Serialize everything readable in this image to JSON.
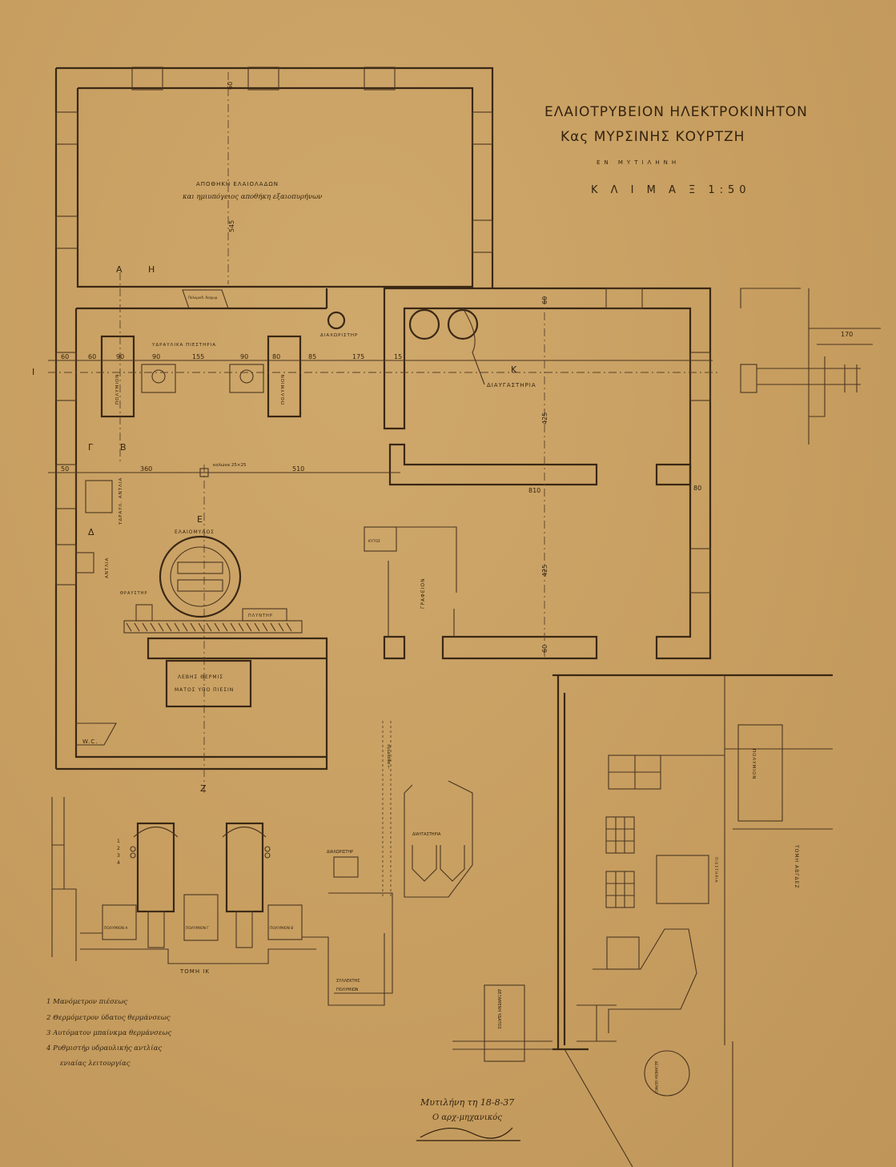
{
  "title": {
    "line1": "ΕΛΑΙΟΤΡΥΒΕΙΟΝ ΗΛΕΚΤΡΟΚΙΝΗΤΟΝ",
    "line2": "Κας ΜΥΡΣΙΝΗΣ ΚΟΥΡΤΖΗ",
    "location": "ΕΝ ΜΥΤΙΛΗΝΗ",
    "scale": "Κ Λ Ι Μ Α Ξ   1:50"
  },
  "rooms": {
    "warehouse": "ΑΠΟΘΗΚΗ ΕΛΑΙΟΛΑΔΩΝ",
    "warehouse_sub": "και ημιυπόγειος αποθήκη εξαιοπυρήνων",
    "presses": "ΥΔΡΑΥΛΙΚΑ ΠΙΕΣΤΗΡΙΑ",
    "polymion_left": "ΠΟΛΥΜΙΟΝ",
    "polymion_right": "ΠΟΛΥΜΙΟΝ",
    "separator": "ΔΙΑΧΩΡΙΣΤΗΡ",
    "clarifiers": "ΔΙΑΥΓΑΣΤΗΡΙΑ",
    "hydraulic_pump": "ΥΔΡΑΥΛ. ΑΝΤΛΙΑ",
    "pump": "ΑΝΤΛΙΑ",
    "olive_mill": "ΕΛΑΙΟΜΥΛΟΣ",
    "crusher": "ΘΡΑΥΣΤΗΡ",
    "washer": "ΠΛΥΝΤΗΡ",
    "boiler_1": "ΛΕΒΗΣ ΘΕΡΜΙΣ",
    "boiler_2": "ΜΑΤΟΣ ΥΠΟ ΠΙΕΣΙΝ",
    "wc": "W.C.",
    "office": "ΓΡΑΦΕΙΟΝ",
    "kytos": "ΚΥΤΟΣ",
    "column": "κολώνα 25×25",
    "small_box": "Πολυμιοδ. διαχωρ."
  },
  "section_letters": [
    "Α",
    "Η",
    "Ι",
    "Κ",
    "Γ",
    "Β",
    "Δ",
    "Ε",
    "Ζ"
  ],
  "dimensions": {
    "d60a": "60",
    "d545": "545",
    "d50a": "50",
    "d60b": "60",
    "d90a": "90",
    "d90b": "90",
    "d155": "155",
    "d90c": "90",
    "d80": "80",
    "d85": "85",
    "d175": "175",
    "d15": "15",
    "d50b": "50",
    "d360": "360",
    "d510": "510",
    "d425a": "425",
    "d425b": "425",
    "d810": "810",
    "d80b": "80",
    "d60c": "60",
    "d170": "170",
    "d60d": "60"
  },
  "section_ik": {
    "title": "ΤΟΜΗ ΙΚ",
    "tank_a": "ΠΟΛΥΜΙΟΝ Α",
    "tank_g": "ΠΟΛΥΜΙΟΝ Γ",
    "tank_b": "ΠΟΛΥΜΙΟΝ Β",
    "collector_1": "ΣΥΛΛΕΚΤΗΣ",
    "collector_2": "ΠΟΛΥΜΙΩΝ",
    "separator": "ΔΙΑΧΩΡΙΣΤΗΡ",
    "clarifiers": "ΔΙΑΥΓΑΣΤΗΡΙΑ",
    "gauge_numbers": [
      "1",
      "2",
      "3",
      "4"
    ],
    "outlet": "→ αφρεστήρ"
  },
  "section_right": {
    "title": "ΤΟΜΗ ΑΒΓΔΕΖ",
    "polymion": "ΠΟΛΥΜΙΟΝ",
    "presses": "ΠΙΕΣΤΗΡΙΑ",
    "water_tank": "ΔΕΞΑΜΕΝΗ ΥΔΑΤΟΣ",
    "hot_tank": "ΔΕΞΑΜΕΝΗ ΘΕΡΜΟΥ"
  },
  "legend": [
    "1  Μανόμετρον πιέσεως",
    "2  Θερμόμετρον ύδατος θερμάνσεως",
    "3  Αυτόματον μπαίνκμα θερμάνσεως",
    "4  Ρυθμιστήρ υδραυλικής αντλίας",
    "ενιαίας λειτουργίας"
  ],
  "signature_block": {
    "date": "Μυτιλήνη τη 18-8-37",
    "role": "Ο αρχ-μηχανικός",
    "signature": "Κλαούρ"
  },
  "colors": {
    "paper": "#c9a165",
    "ink": "#3a2814"
  }
}
